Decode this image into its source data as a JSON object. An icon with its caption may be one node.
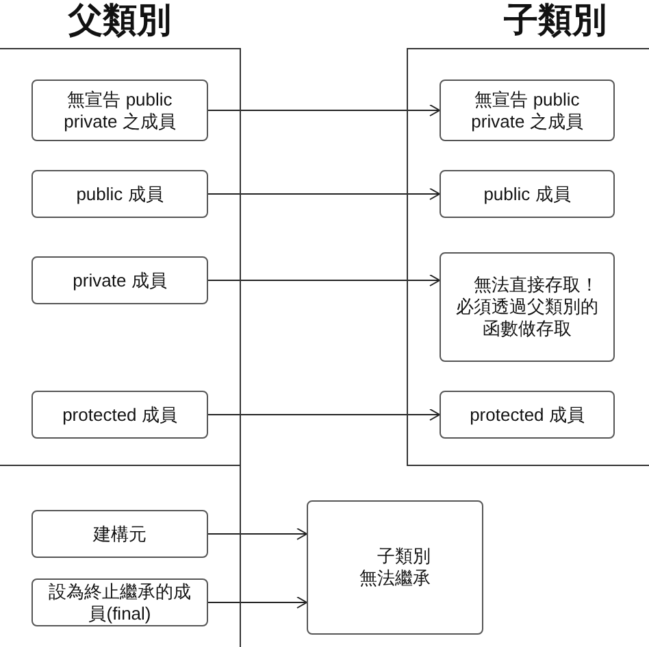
{
  "diagram": {
    "nodes": [
      {
        "text": [
          "父類別"
        ]
      },
      {
        "text": [
          "無宣告 public private 之成員"
        ],
        "in": 0
      },
      {
        "text": [
          "public 成員"
        ],
        "in": 0
      },
      {
        "text": [
          "private 成員"
        ],
        "in": 0
      },
      {
        "text": [
          "protected 成員"
        ],
        "in": 0
      },
      {
        "text": [],
        "shape": "box"
      },
      {
        "text": [
          "建構元"
        ],
        "in": 5
      },
      {
        "text": [
          "設為終止繼承的成員(final)"
        ],
        "in": 5
      },
      {
        "text": [
          "子類別"
        ]
      },
      {
        "text": [
          "無宣告 public private 之成員"
        ],
        "in": 8
      },
      {
        "text": [
          "public 成員"
        ],
        "in": 8
      },
      {
        "text": [
          "無法直接存取！必須透過父類別的函數做存取"
        ],
        "in": 8
      },
      {
        "text": [
          "protected 成員"
        ],
        "in": 8
      },
      {
        "text": [
          "子類別無法繼承"
        ]
      }
    ],
    "edges": [
      {
        "from": 1,
        "to": 9,
        "arrow": "to"
      },
      {
        "from": 2,
        "to": 10,
        "arrow": "to"
      },
      {
        "from": 3,
        "to": 11,
        "arrow": "to"
      },
      {
        "from": 4,
        "to": 12,
        "arrow": "to"
      },
      {
        "from": 6,
        "to": 13,
        "arrow": "to"
      },
      {
        "from": 7,
        "to": 13,
        "arrow": "to"
      }
    ]
  }
}
